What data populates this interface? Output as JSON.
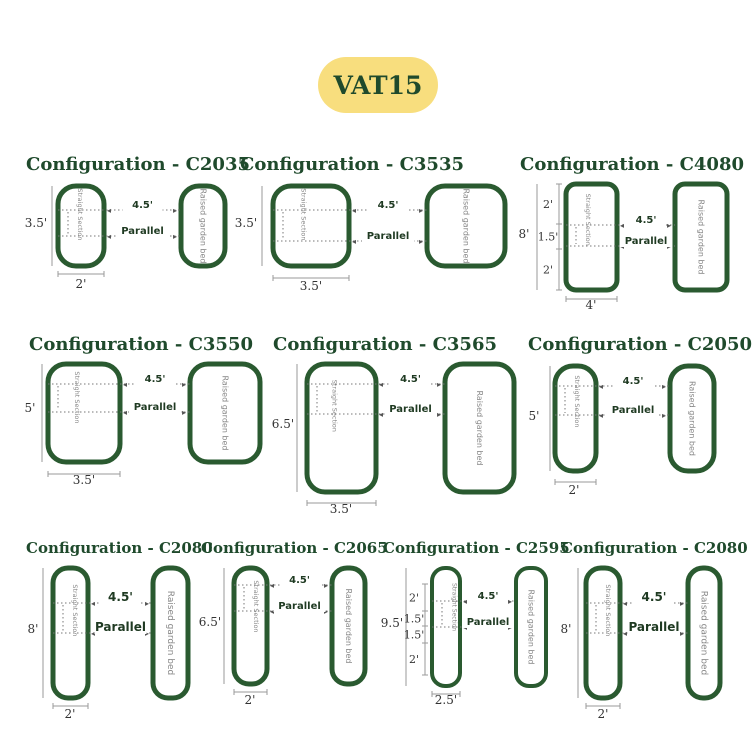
{
  "product_code": "VAT15",
  "labels": {
    "spacing": "4.5'",
    "parallel": "Parallel",
    "straight_section": "Straight Section",
    "raised_garden_bed": "Raised garden bed"
  },
  "configurations": [
    {
      "title": "Configuration - C2035",
      "width": "2'",
      "length": "3.5'",
      "sections": []
    },
    {
      "title": "Configuration - C3535",
      "width": "3.5'",
      "length": "3.5'",
      "sections": []
    },
    {
      "title": "Configuration - C4080",
      "width": "4'",
      "length": "8'",
      "sections": [
        "2'",
        "1.5'",
        "2'"
      ]
    },
    {
      "title": "Configuration - C3550",
      "width": "3.5'",
      "length": "5'",
      "sections": []
    },
    {
      "title": "Configuration - C3565",
      "width": "3.5'",
      "length": "6.5'",
      "sections": []
    },
    {
      "title": "Configuration - C2050",
      "width": "2'",
      "length": "5'",
      "sections": []
    },
    {
      "title": "Configuration - C2080",
      "width": "2'",
      "length": "8'",
      "sections": []
    },
    {
      "title": "Configuration - C2065",
      "width": "2'",
      "length": "6.5'",
      "sections": []
    },
    {
      "title": "Configuration - C2595",
      "width": "2.5'",
      "length": "9.5'",
      "sections": [
        "2'",
        "1.5'",
        "1.5'",
        "2'"
      ]
    },
    {
      "title": "Configuration - C2080",
      "width": "2'",
      "length": "8'",
      "sections": []
    }
  ]
}
